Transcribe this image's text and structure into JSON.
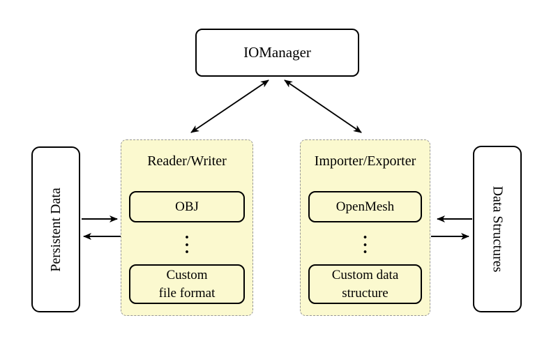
{
  "colors": {
    "container_fill": "#FBF9CF",
    "container_border": "#969696",
    "node_border": "#000000",
    "node_fill": "#ffffff",
    "arrow": "#000000",
    "text": "#000000"
  },
  "iomanager": {
    "label": "IOManager"
  },
  "persistent_data": {
    "label": "Persistent Data"
  },
  "data_structures": {
    "label": "Data Structures"
  },
  "reader_writer": {
    "title": "Reader/Writer",
    "obj_label": "OBJ",
    "custom_line1": "Custom",
    "custom_line2": "file format",
    "ellipsis_dot": "."
  },
  "importer_exporter": {
    "title": "Importer/Exporter",
    "openmesh_label": "OpenMesh",
    "custom_line1": "Custom data",
    "custom_line2": "structure",
    "ellipsis_dot": "."
  }
}
